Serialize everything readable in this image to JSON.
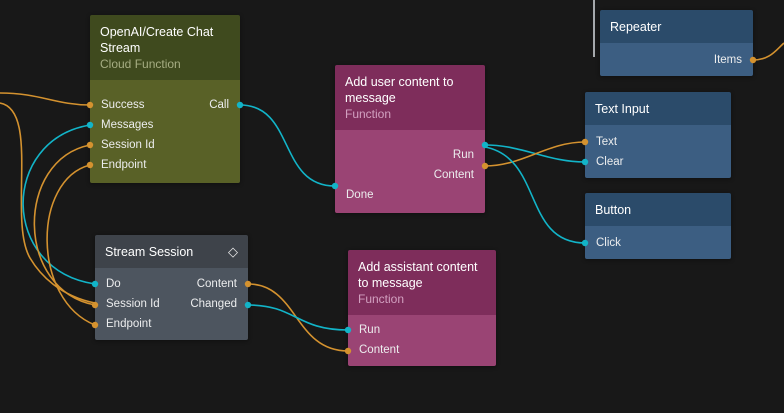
{
  "app": {
    "name": "node-graph-editor",
    "background": "#181818"
  },
  "colors": {
    "wire_orange": "#d4922f",
    "wire_cyan": "#12b4c8",
    "wire_gray": "#c9ced3"
  },
  "nodes": [
    {
      "title": "OpenAI/Create Chat Stream",
      "subtitle": "Cloud Function",
      "rows": [
        {
          "left": "Success",
          "right": "Call"
        },
        {
          "left": "Messages"
        },
        {
          "left": "Session Id"
        },
        {
          "left": "Endpoint"
        }
      ]
    },
    {
      "title": "Add user content to message",
      "subtitle": "Function",
      "rows": [
        {
          "right": "Run"
        },
        {
          "right": "Content"
        },
        {
          "left": "Done"
        }
      ]
    },
    {
      "title": "Repeater",
      "rows": [
        {
          "right": "Items"
        }
      ]
    },
    {
      "title": "Text Input",
      "rows": [
        {
          "left": "Text"
        },
        {
          "left": "Clear"
        }
      ]
    },
    {
      "title": "Button",
      "rows": [
        {
          "left": "Click"
        }
      ]
    },
    {
      "title": "Stream Session",
      "icon": "◇",
      "rows": [
        {
          "left": "Do",
          "right": "Content"
        },
        {
          "left": "Session Id",
          "right": "Changed"
        },
        {
          "left": "Endpoint"
        }
      ]
    },
    {
      "title": "Add assistant content to message",
      "subtitle": "Function",
      "rows": [
        {
          "left": "Run"
        },
        {
          "left": "Content"
        }
      ]
    }
  ]
}
